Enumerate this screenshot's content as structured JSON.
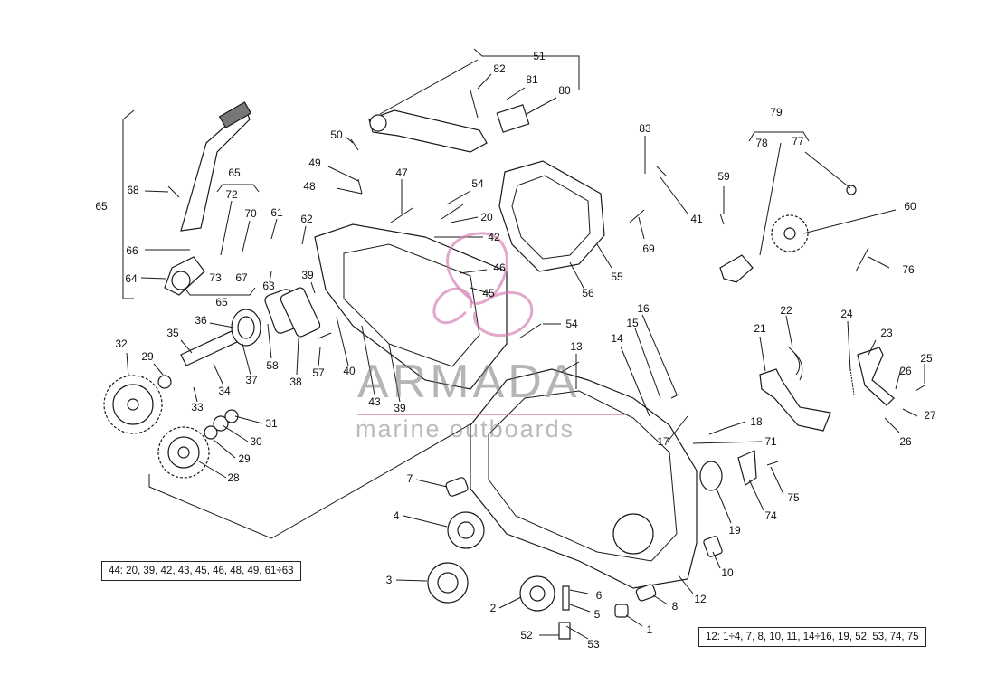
{
  "watermark": {
    "brand": "ARMADA",
    "tagline": "marine outboards",
    "accent_color": "#d37ab0"
  },
  "notes": {
    "assembly_44": "44: 20, 39, 42, 43, 45, 46, 48, 49, 61÷63",
    "assembly_12": "12: 1÷4, 7, 8, 10, 11, 14÷16, 19, 52, 53, 74, 75"
  },
  "labels": [
    {
      "id": "51",
      "text": "51"
    },
    {
      "id": "82",
      "text": "82"
    },
    {
      "id": "81",
      "text": "81"
    },
    {
      "id": "80",
      "text": "80"
    },
    {
      "id": "50",
      "text": "50"
    },
    {
      "id": "83",
      "text": "83"
    },
    {
      "id": "79",
      "text": "79"
    },
    {
      "id": "78",
      "text": "78"
    },
    {
      "id": "77",
      "text": "77"
    },
    {
      "id": "49",
      "text": "49"
    },
    {
      "id": "47",
      "text": "47"
    },
    {
      "id": "48",
      "text": "48"
    },
    {
      "id": "54a",
      "text": "54"
    },
    {
      "id": "59",
      "text": "59"
    },
    {
      "id": "41",
      "text": "41"
    },
    {
      "id": "60",
      "text": "60"
    },
    {
      "id": "65a",
      "text": "65"
    },
    {
      "id": "68",
      "text": "68"
    },
    {
      "id": "65b",
      "text": "65"
    },
    {
      "id": "72",
      "text": "72"
    },
    {
      "id": "70",
      "text": "70"
    },
    {
      "id": "61",
      "text": "61"
    },
    {
      "id": "62",
      "text": "62"
    },
    {
      "id": "20",
      "text": "20"
    },
    {
      "id": "42",
      "text": "42"
    },
    {
      "id": "69",
      "text": "69"
    },
    {
      "id": "66",
      "text": "66"
    },
    {
      "id": "46",
      "text": "46"
    },
    {
      "id": "73",
      "text": "73"
    },
    {
      "id": "67",
      "text": "67"
    },
    {
      "id": "76",
      "text": "76"
    },
    {
      "id": "64",
      "text": "64"
    },
    {
      "id": "65c",
      "text": "65"
    },
    {
      "id": "63",
      "text": "63"
    },
    {
      "id": "39a",
      "text": "39"
    },
    {
      "id": "45",
      "text": "45"
    },
    {
      "id": "55",
      "text": "55"
    },
    {
      "id": "56",
      "text": "56"
    },
    {
      "id": "16",
      "text": "16"
    },
    {
      "id": "36",
      "text": "36"
    },
    {
      "id": "54b",
      "text": "54"
    },
    {
      "id": "15",
      "text": "15"
    },
    {
      "id": "21",
      "text": "21"
    },
    {
      "id": "22",
      "text": "22"
    },
    {
      "id": "24",
      "text": "24"
    },
    {
      "id": "35",
      "text": "35"
    },
    {
      "id": "23",
      "text": "23"
    },
    {
      "id": "32",
      "text": "32"
    },
    {
      "id": "13",
      "text": "13"
    },
    {
      "id": "14",
      "text": "14"
    },
    {
      "id": "29a",
      "text": "29"
    },
    {
      "id": "58",
      "text": "58"
    },
    {
      "id": "37",
      "text": "37"
    },
    {
      "id": "38",
      "text": "38"
    },
    {
      "id": "57",
      "text": "57"
    },
    {
      "id": "40",
      "text": "40"
    },
    {
      "id": "26a",
      "text": "26"
    },
    {
      "id": "25",
      "text": "25"
    },
    {
      "id": "34",
      "text": "34"
    },
    {
      "id": "33",
      "text": "33"
    },
    {
      "id": "43",
      "text": "43"
    },
    {
      "id": "39b",
      "text": "39"
    },
    {
      "id": "27",
      "text": "27"
    },
    {
      "id": "31",
      "text": "31"
    },
    {
      "id": "18",
      "text": "18"
    },
    {
      "id": "30",
      "text": "30"
    },
    {
      "id": "17",
      "text": "17"
    },
    {
      "id": "71",
      "text": "71"
    },
    {
      "id": "26b",
      "text": "26"
    },
    {
      "id": "29b",
      "text": "29"
    },
    {
      "id": "28",
      "text": "28"
    },
    {
      "id": "7",
      "text": "7"
    },
    {
      "id": "75",
      "text": "75"
    },
    {
      "id": "74",
      "text": "74"
    },
    {
      "id": "4",
      "text": "4"
    },
    {
      "id": "19",
      "text": "19"
    },
    {
      "id": "10",
      "text": "10"
    },
    {
      "id": "3",
      "text": "3"
    },
    {
      "id": "6",
      "text": "6"
    },
    {
      "id": "12",
      "text": "12"
    },
    {
      "id": "2",
      "text": "2"
    },
    {
      "id": "8",
      "text": "8"
    },
    {
      "id": "5",
      "text": "5"
    },
    {
      "id": "1",
      "text": "1"
    },
    {
      "id": "52",
      "text": "52"
    },
    {
      "id": "53",
      "text": "53"
    }
  ]
}
